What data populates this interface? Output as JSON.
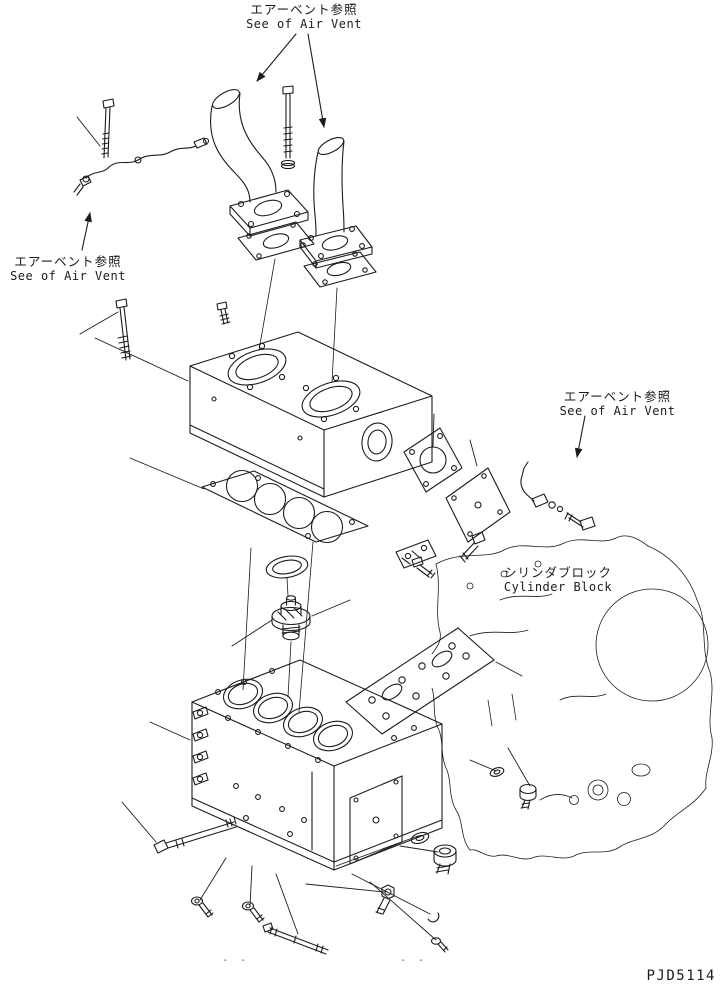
{
  "page": {
    "background": "#ffffff",
    "ink_color": "#1c1c1c",
    "ghost_line_color": "#2a2a2a"
  },
  "labels": {
    "air_vent_top_jp": "エアーベント参照",
    "air_vent_top_en": "See of Air Vent",
    "air_vent_left_jp": "エアーベント参照",
    "air_vent_left_en": "See of Air Vent",
    "air_vent_right_jp": "エアーベント参照",
    "air_vent_right_en": "See of Air Vent",
    "cylinder_block_jp": "シリンダブロック",
    "cylinder_block_en": "Cylinder Block",
    "drawing_number": "PJD5114",
    "footer_marks": [
      "- -",
      "- -"
    ]
  }
}
